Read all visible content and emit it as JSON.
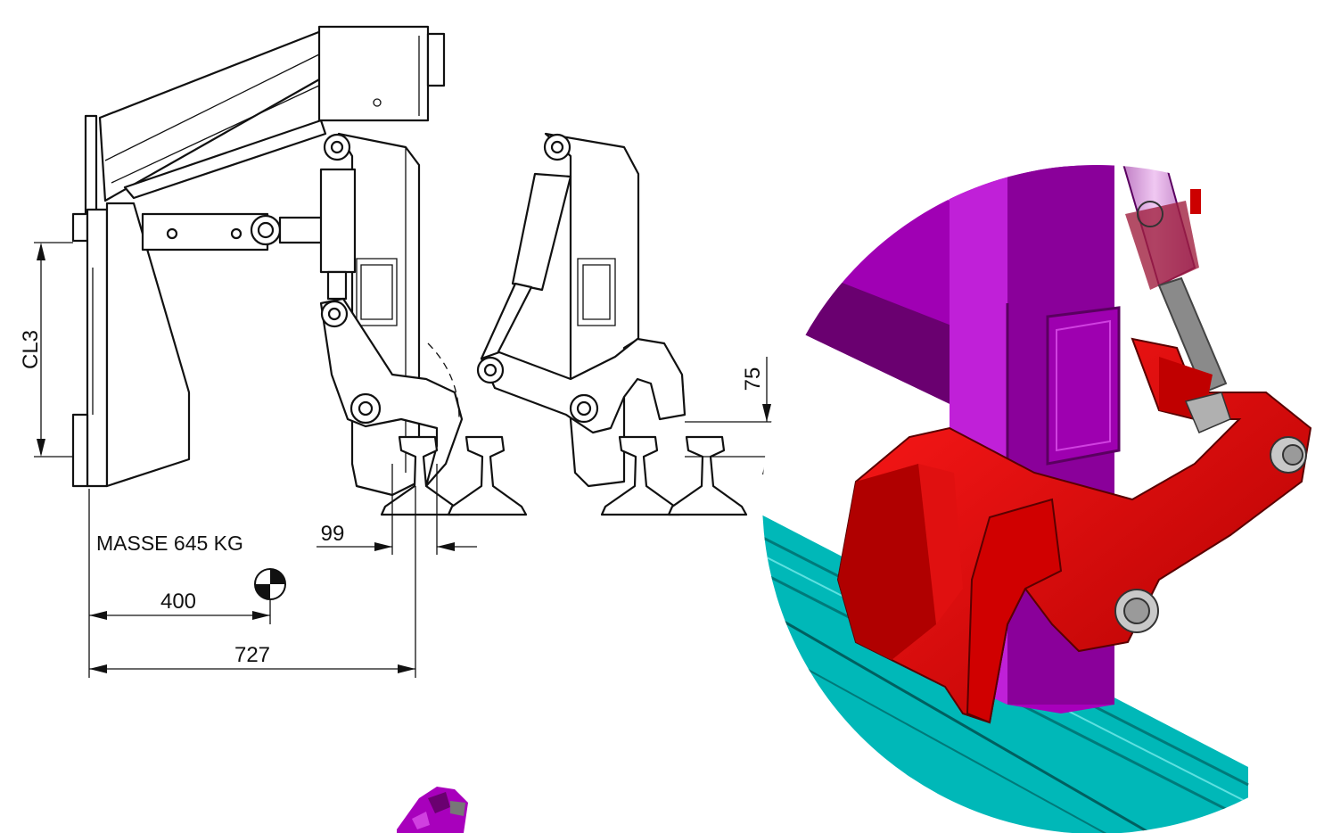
{
  "drawing": {
    "mass_label": "MASSE 645 KG",
    "dimensions": {
      "cl3": "CL3",
      "d400": "400",
      "d727": "727",
      "d99": "99",
      "d75": "75"
    }
  },
  "colors": {
    "frame": "#b400c8",
    "frame_dark": "#6a0070",
    "jaw": "#dd0000",
    "jaw_dark": "#7a0000",
    "rail": "#00c4c4",
    "cylinder": "#d9a0d9",
    "rod": "#8a8a8a",
    "line": "#111111"
  }
}
